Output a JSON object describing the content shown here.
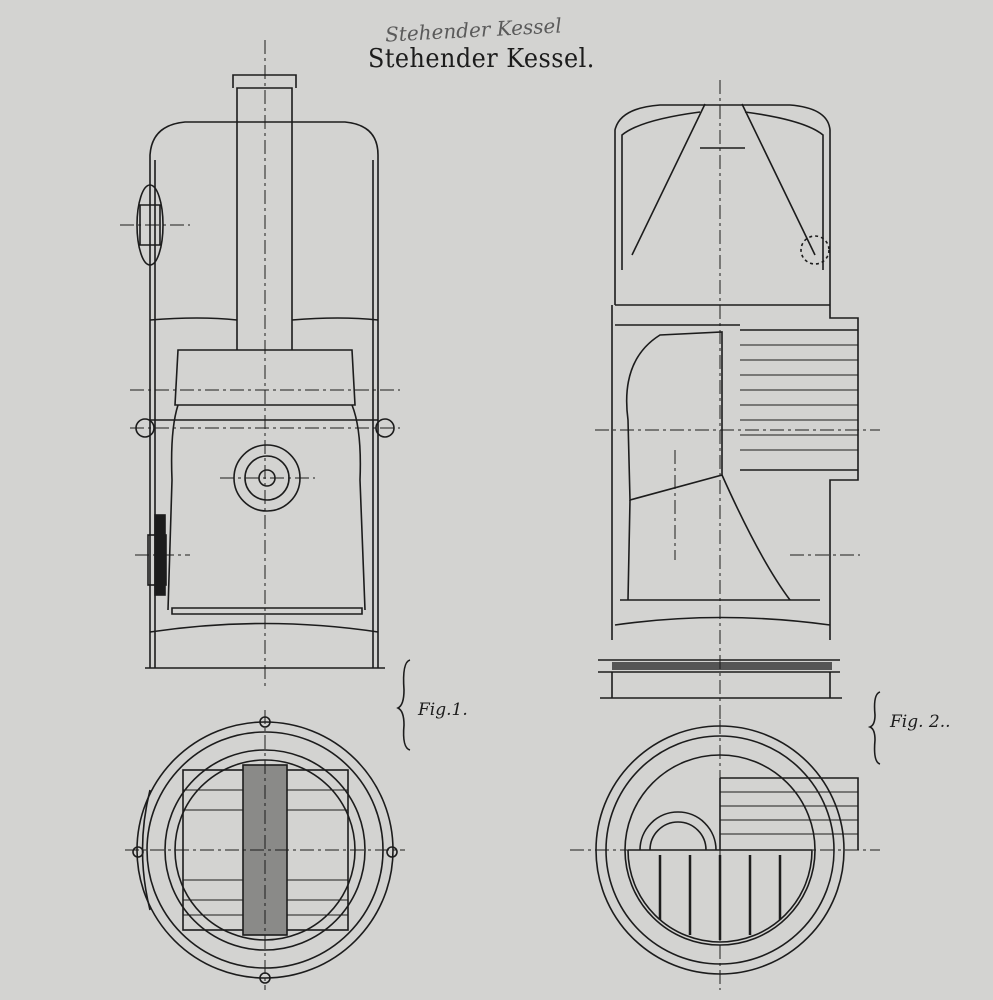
{
  "drawing": {
    "title": "Stehender Kessel.",
    "handwritten_title": "Stehender Kessel",
    "figure_labels": [
      "Fig.1.",
      "Fig. 2.."
    ],
    "colors": {
      "paper": "#d3d3d1",
      "ink": "#1c1c1c"
    }
  }
}
